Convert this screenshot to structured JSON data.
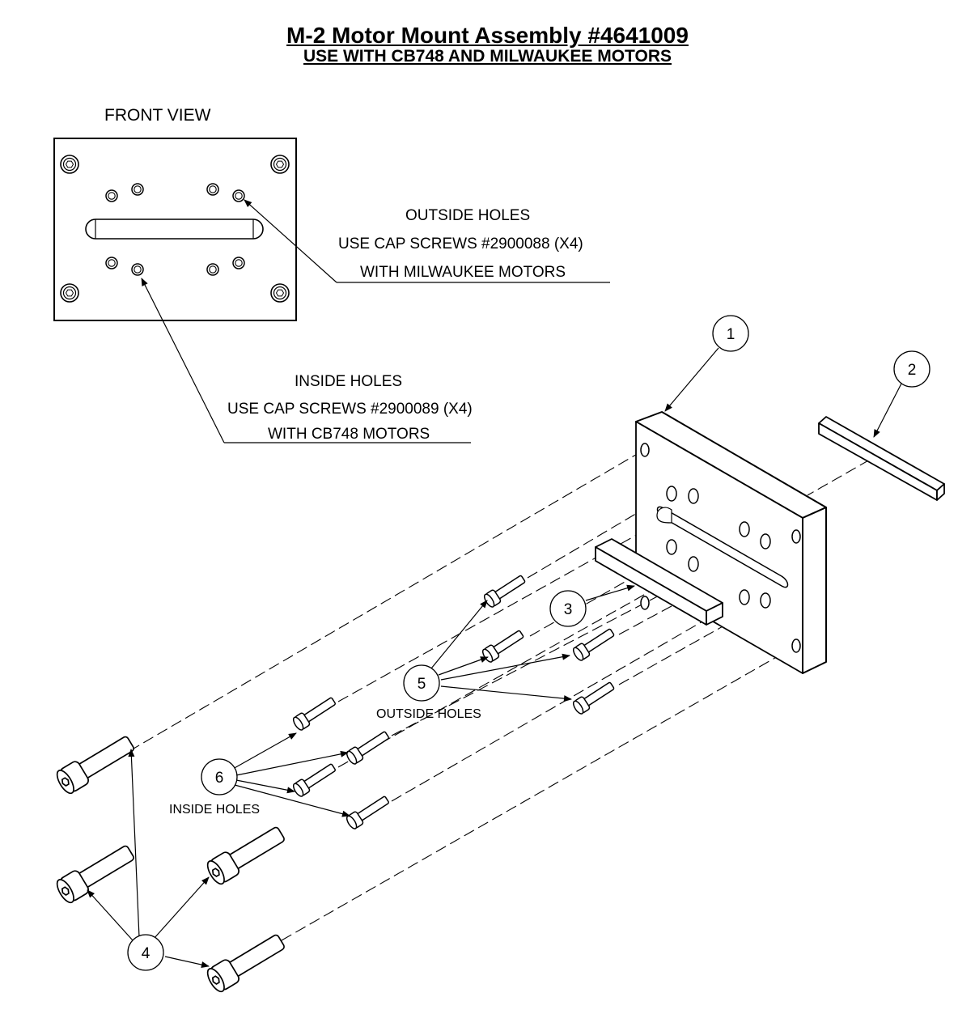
{
  "title": "M-2 Motor Mount Assembly #4641009",
  "subtitle": "USE WITH CB748 AND MILWAUKEE MOTORS",
  "front_view_label": "FRONT VIEW",
  "outside_note": {
    "line1": "OUTSIDE HOLES",
    "line2": "USE CAP SCREWS #2900088 (X4)",
    "line3": "WITH MILWAUKEE MOTORS"
  },
  "inside_note": {
    "line1": "INSIDE HOLES",
    "line2": "USE CAP SCREWS #2900089 (X4)",
    "line3": "WITH CB748 MOTORS"
  },
  "callouts": {
    "c1": "1",
    "c2": "2",
    "c3": "3",
    "c4": "4",
    "c5": "5",
    "c6": "6"
  },
  "outside_holes_label": "OUTSIDE HOLES",
  "inside_holes_label": "INSIDE HOLES"
}
